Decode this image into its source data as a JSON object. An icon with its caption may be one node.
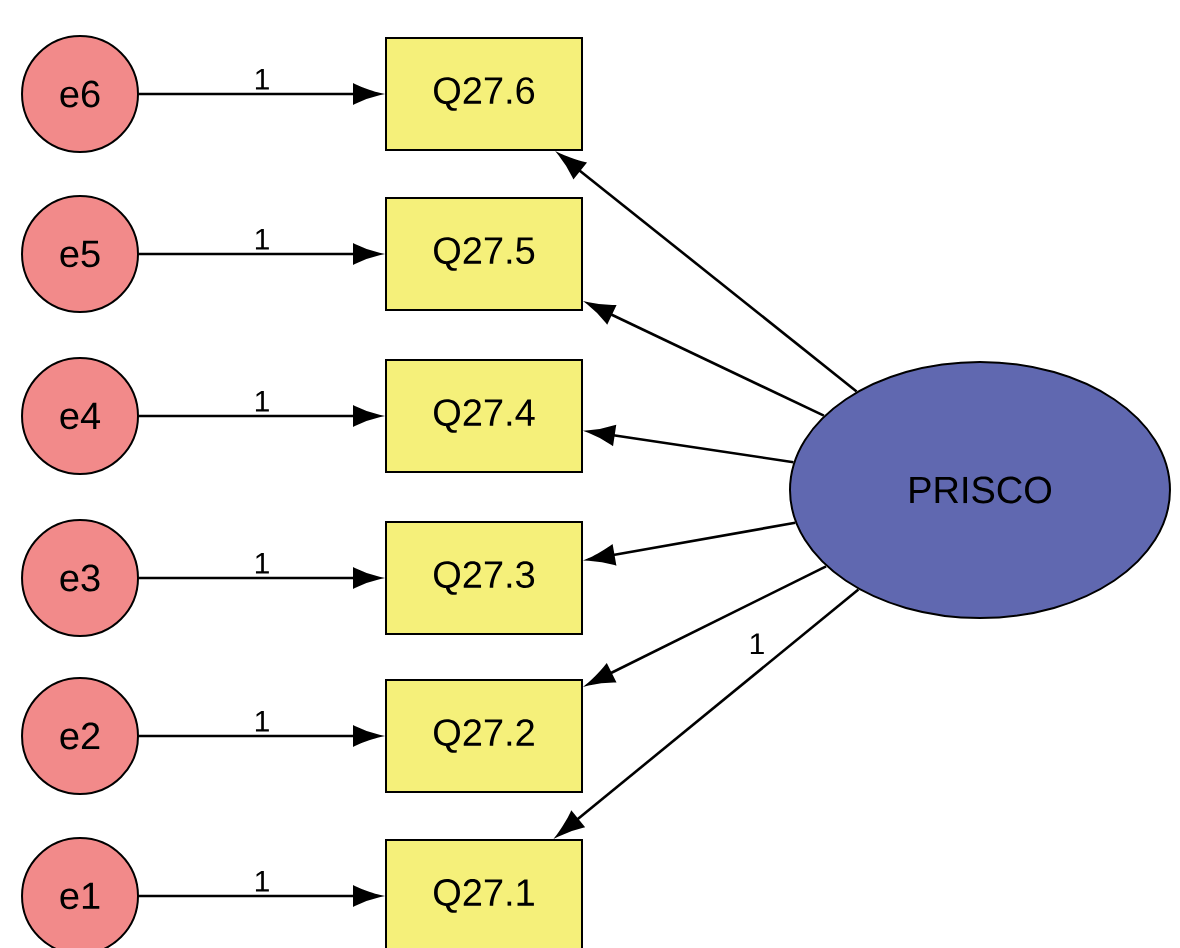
{
  "diagram": {
    "nodes": [
      {
        "text": [
          "e6"
        ]
      },
      {
        "text": [
          "Q27.6"
        ]
      },
      {
        "text": [
          "e5"
        ]
      },
      {
        "text": [
          "Q27.5"
        ]
      },
      {
        "text": [
          "e4"
        ]
      },
      {
        "text": [
          "Q27.4"
        ]
      },
      {
        "text": [
          "e3"
        ]
      },
      {
        "text": [
          "Q27.3"
        ]
      },
      {
        "text": [
          "e2"
        ]
      },
      {
        "text": [
          "Q27.2"
        ]
      },
      {
        "text": [
          "e1"
        ]
      },
      {
        "text": [
          "Q27.1"
        ]
      },
      {
        "text": [
          "PRISCO"
        ]
      }
    ],
    "edges": [
      {
        "from": 0,
        "to": 1,
        "arrow": "to",
        "label": "1"
      },
      {
        "from": 2,
        "to": 3,
        "arrow": "to",
        "label": "1"
      },
      {
        "from": 4,
        "to": 5,
        "arrow": "to",
        "label": "1"
      },
      {
        "from": 6,
        "to": 7,
        "arrow": "to",
        "label": "1"
      },
      {
        "from": 8,
        "to": 9,
        "arrow": "to",
        "label": "1"
      },
      {
        "from": 10,
        "to": 11,
        "arrow": "to",
        "label": "1"
      },
      {
        "from": 12,
        "to": 1,
        "arrow": "to"
      },
      {
        "from": 12,
        "to": 3,
        "arrow": "to"
      },
      {
        "from": 12,
        "to": 5,
        "arrow": "to"
      },
      {
        "from": 12,
        "to": 7,
        "arrow": "to"
      },
      {
        "from": 12,
        "to": 9,
        "arrow": "to"
      },
      {
        "from": 12,
        "to": 11,
        "arrow": "to",
        "label": "1"
      }
    ]
  }
}
